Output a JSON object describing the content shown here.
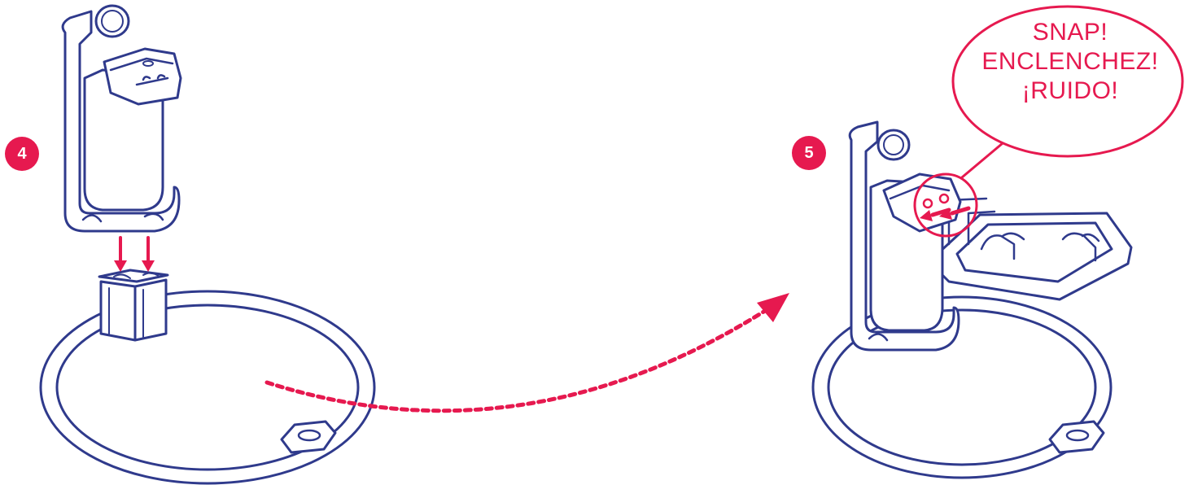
{
  "colors": {
    "outline": "#2f3a8c",
    "accent": "#e6194f",
    "fill": "#ffffff"
  },
  "steps": [
    {
      "number": "4"
    },
    {
      "number": "5"
    }
  ],
  "callout": {
    "lines": [
      "SNAP!",
      "ENCLENCHEZ!",
      "¡RUIDO!"
    ]
  }
}
